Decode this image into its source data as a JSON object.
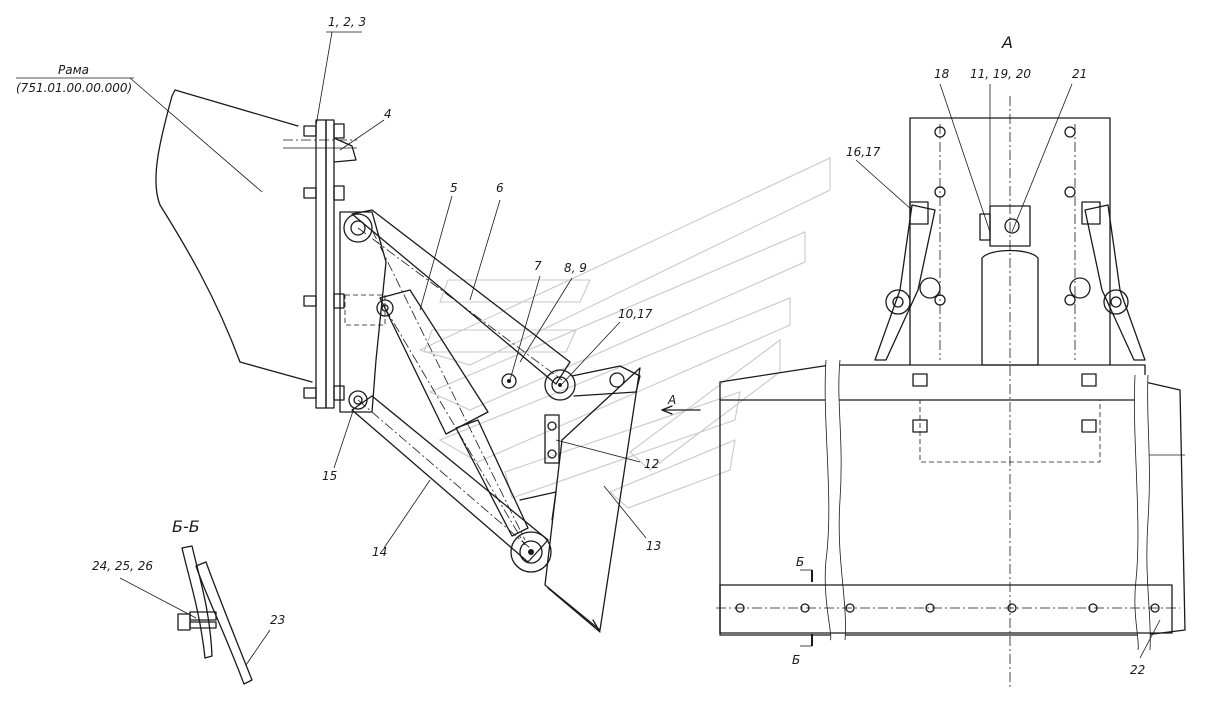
{
  "frame": {
    "name": "Рама",
    "code": "(751.01.00.00.000)"
  },
  "view_a": {
    "title": "А",
    "arrow_label": "А"
  },
  "section_bb": {
    "title": "Б-Б",
    "mark_top": "Б",
    "mark_bottom": "Б"
  },
  "callouts": {
    "c1": "1, 2, 3",
    "c4": "4",
    "c5": "5",
    "c6": "6",
    "c7": "7",
    "c8": "8, 9",
    "c10": "10,17",
    "c12": "12",
    "c13": "13",
    "c14": "14",
    "c15": "15",
    "c16": "16,17",
    "c18": "18",
    "c11": "11, 19, 20",
    "c21": "21",
    "c22": "22",
    "c23": "23",
    "c24": "24, 25, 26"
  }
}
